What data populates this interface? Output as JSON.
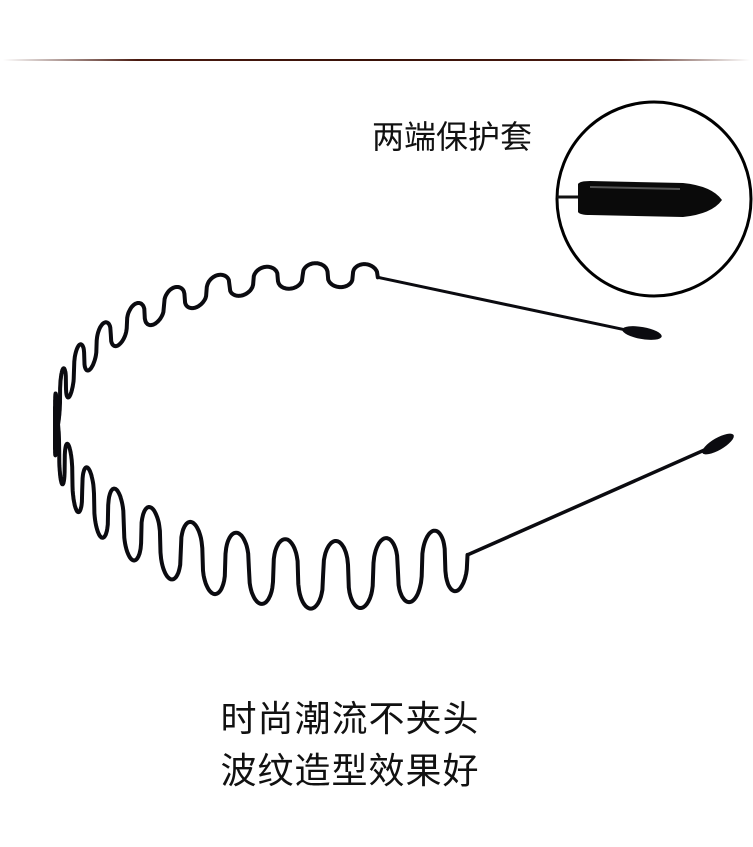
{
  "callout": {
    "label": "两端保护套"
  },
  "slogan": {
    "line1": "时尚潮流不夹头",
    "line2": "波纹造型效果好"
  },
  "colors": {
    "wire": "#0b0b10",
    "divider": "#3a1208",
    "background": "#ffffff"
  }
}
